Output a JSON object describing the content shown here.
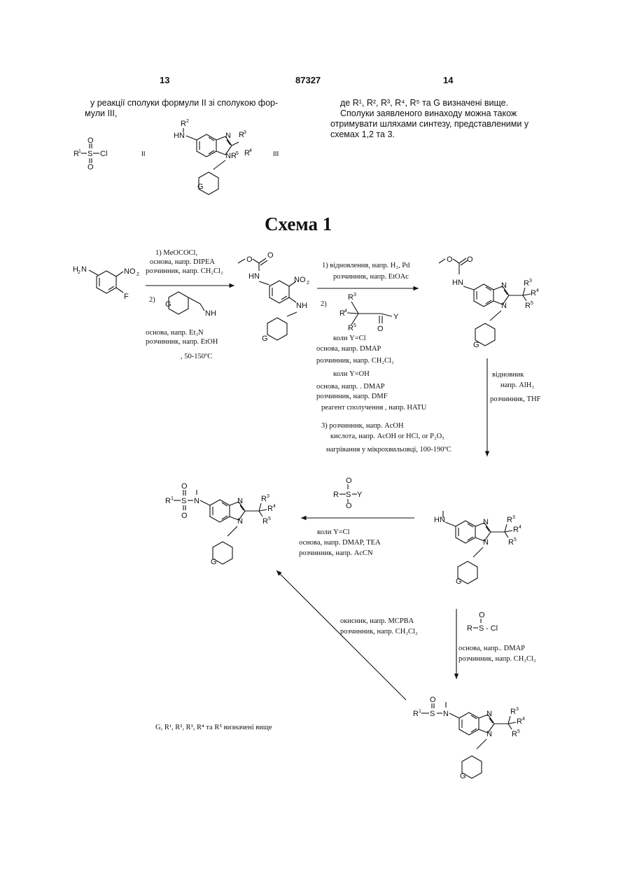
{
  "header": {
    "page_left": "13",
    "patent_number": "87327",
    "page_right": "14"
  },
  "left_column": {
    "line1": "у реакції сполуки формули II зі сполукою фор-",
    "line2": "мули III,",
    "formula_II_label": "II",
    "formula_III_label": "III",
    "formula_II_text": "R¹–S(O₂)–Cl",
    "formula_III_text": "R²–NH-бензімідазол"
  },
  "right_column": {
    "line1": "де R¹, R², R³, R⁴, R⁵ та G визначені вище.",
    "line2": "Сполуки заявленого винаходу можна також",
    "line3": "отримувати шляхами синтезу, представленими у",
    "line4": "схемах 1,2 та 3."
  },
  "scheme": {
    "title": "Схема 1",
    "step1": {
      "l1": "1) MeOCOCl,",
      "l2": "основа, напр. DIPEA",
      "l3": "розчинник, напр. CH₂Cl₂",
      "l4": "2)",
      "l5": "основа, напр. Et₃N",
      "l6": "розчинник, напр. EtOH",
      "l7": ", 50-150ºC"
    },
    "step2": {
      "l1": "1) відновлення, напр. H₂, Pd",
      "l2": "розчинник, напр. EtOAc",
      "l3": "2)",
      "l4": "коли Y=Cl",
      "l5": "основа, напр. DMAP",
      "l6": "розчинник, напр. CH₂Cl₂",
      "l7": "коли Y=OH",
      "l8": "основа, напр. . DMAP",
      "l9": "розчинник, напр. DMF",
      "l10": "реагент сполучення , напр. HATU",
      "l11": "3) розчинник, напр. AcOH",
      "l12": "кислота, напр. AcOH or HCl, or P₂O₅",
      "l13": "нагрівання у мікрохвильовці, 100-190ºC"
    },
    "step3": {
      "l1": "відновник",
      "l2": "напр. AlH₃",
      "l3": "розчинник, THF"
    },
    "step4": {
      "l1": "коли Y=Cl",
      "l2": "основа, напр. DMAP, TEA",
      "l3": "розчинник, напр. AcCN"
    },
    "step5": {
      "l1": "основа, напр.. DMAP",
      "l2": "розчинник, напр. CH₂Cl₂"
    },
    "step6": {
      "l1": "окисник, напр. MCPBA",
      "l2": "розчинник, напр. CH₂Cl₂"
    },
    "footnote": "G, R¹, R², R³, R⁴ та R⁵ визначені вище"
  }
}
